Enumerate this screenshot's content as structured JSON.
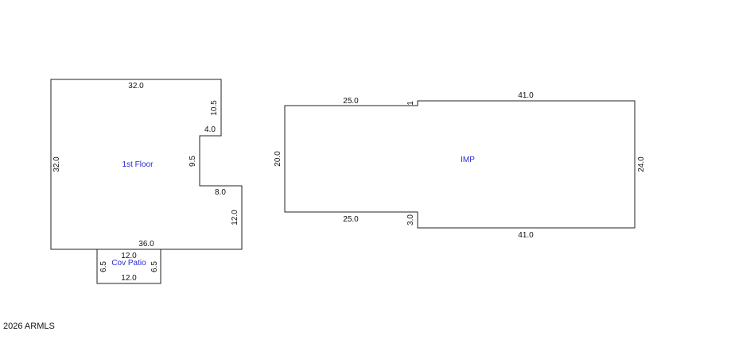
{
  "colors": {
    "outline": "#222222",
    "dimension_text": "#111111",
    "area_label": "#2a2ad6"
  },
  "areas": {
    "first_floor": "1st Floor",
    "cov_patio": "Cov Patio",
    "imp": "IMP"
  },
  "dims": {
    "first_floor": {
      "top": "32.0",
      "right_upper": "10.5",
      "notch_top": "4.0",
      "notch_side": "9.5",
      "notch_bottom": "8.0",
      "right_lower": "12.0",
      "bottom": "36.0",
      "left": "32.0"
    },
    "cov_patio": {
      "top": "12.0",
      "left": "6.5",
      "right": "6.5",
      "bottom": "12.0"
    },
    "imp": {
      "top_left": "25.0",
      "step_up": "1",
      "top_right": "41.0",
      "right": "24.0",
      "bottom_right": "41.0",
      "step_down": "3.0",
      "bottom_left": "25.0",
      "left": "20.0"
    }
  },
  "footer": {
    "copyright": "2026 ARMLS"
  }
}
